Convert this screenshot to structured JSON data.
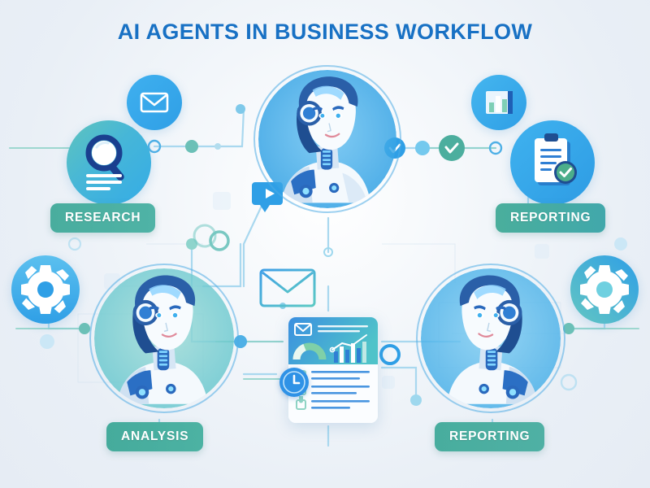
{
  "page": {
    "title": "AI AGENTS IN BUSINESS WORKFLOW",
    "background_color": "#edf2f7",
    "title_color": "#1871c4"
  },
  "palette": {
    "accent_blue": "#2f9fe6",
    "deep_blue": "#1871c4",
    "teal": "#4cae9e",
    "teal_light": "#6cc6b6",
    "node_blue": "#3aa5e8",
    "line_blue": "#9fd3ef",
    "line_teal": "#8fd2c8",
    "card_white": "#ffffff"
  },
  "badges": [
    {
      "id": "research",
      "label": "RESEARCH",
      "color_from": "#49ad9e",
      "color_to": "#4fb3a6"
    },
    {
      "id": "reporting-top",
      "label": "REPORTING",
      "color_from": "#4aae9c",
      "color_to": "#41a8ab"
    },
    {
      "id": "analysis",
      "label": "ANALYSIS",
      "color_from": "#45ab9c",
      "color_to": "#4cb2a3"
    },
    {
      "id": "reporting-bottom",
      "label": "REPORTING",
      "color_from": "#48ad9e",
      "color_to": "#4fb0a4"
    }
  ],
  "agents": [
    {
      "id": "agent-top",
      "name": "AI agent portrait, centre top",
      "facing": "left"
    },
    {
      "id": "agent-bottom-left",
      "name": "AI agent portrait, bottom left",
      "facing": "right"
    },
    {
      "id": "agent-bottom-right",
      "name": "AI agent portrait, bottom right",
      "facing": "left"
    }
  ],
  "icons": [
    {
      "id": "email-top-left",
      "name": "email-icon",
      "glyph": "envelope",
      "circle_from": "#3fb0ef",
      "circle_to": "#2f9fe6"
    },
    {
      "id": "search",
      "name": "search-icon",
      "glyph": "magnifier",
      "circle_from": "#5fc4bd",
      "circle_to": "#35ace6"
    },
    {
      "id": "barchart",
      "name": "bar-chart-icon",
      "glyph": "barchart",
      "circle_from": "#45b6ef",
      "circle_to": "#2f9fe6"
    },
    {
      "id": "clipboard",
      "name": "clipboard-icon",
      "glyph": "clipboard",
      "circle_from": "#3fb2ef",
      "circle_to": "#2e9ce4"
    },
    {
      "id": "gear-left",
      "name": "gear-icon",
      "glyph": "gear",
      "circle_from": "#5bc0ef",
      "circle_to": "#2f9fe6"
    },
    {
      "id": "gear-right",
      "name": "gear-icon",
      "glyph": "gear",
      "circle_from": "#63c6c2",
      "circle_to": "#2f9fe6"
    },
    {
      "id": "email-centre",
      "name": "email-outline-icon",
      "glyph": "envelope-outline",
      "circle_from": "none",
      "circle_to": "none"
    }
  ],
  "report_card": {
    "name": "central-report-card",
    "header_from": "#3b8fe0",
    "header_to": "#4fc3c9",
    "envelope": "envelope-icon",
    "gauge": "gauge-chart",
    "chart": "bar-chart-with-trendline",
    "checklist_rows": 5,
    "time_badge": {
      "name": "clock-badge",
      "glyph": "clock",
      "color": "#2f92e6"
    }
  },
  "connectors": {
    "name": "workflow-connector-network",
    "node_checkmarks": 3,
    "description": "nodes and links joining agents, icons and the report card"
  }
}
